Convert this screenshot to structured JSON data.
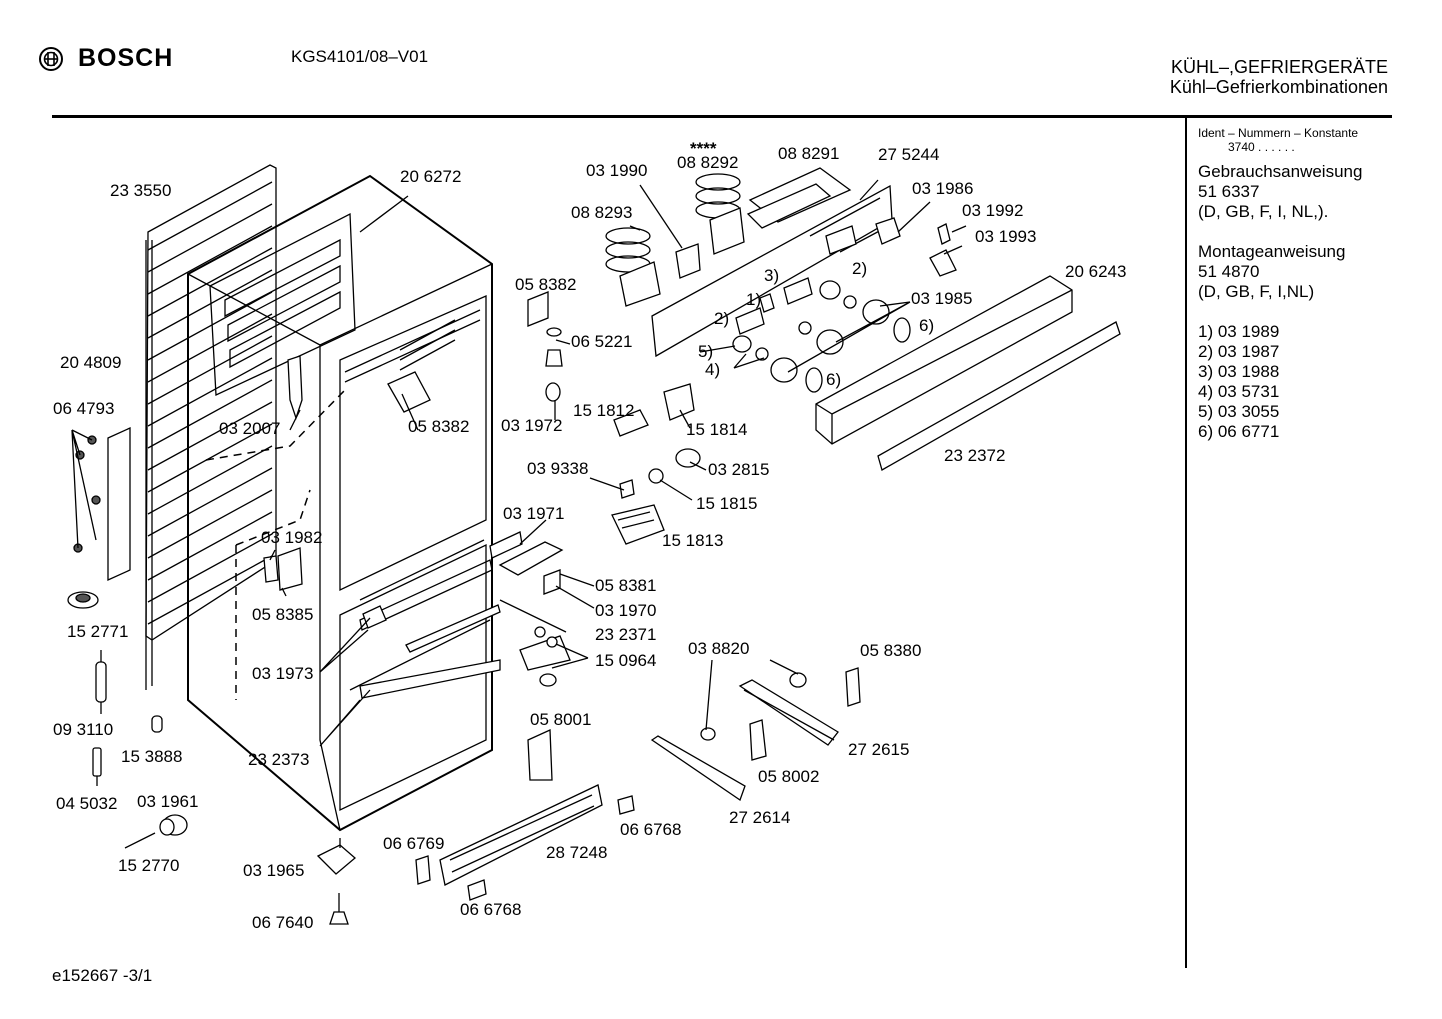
{
  "brand": {
    "name": "BOSCH",
    "logo_icon": "bosch-armature-icon"
  },
  "model": "KGS4101/08–V01",
  "category": {
    "line1": "KÜHL–,GEFRIERGERÄTE",
    "line2": "Kühl–Gefrierkombinationen"
  },
  "sidebar": {
    "ident_label": "Ident – Nummern – Konstante",
    "ident_value": "3740  .  .  .  .  .  .",
    "gebrauch_title": "Gebrauchsanweisung",
    "gebrauch_number": "51 6337",
    "gebrauch_langs": "(D, GB, F, I, NL,).",
    "montage_title": "Montageanweisung",
    "montage_number": "51 4870",
    "montage_langs": "(D, GB, F, I,NL)",
    "notes": [
      "1) 03 1989",
      "2) 03 1987",
      "3) 03 1988",
      "4) 03 5731",
      "5) 03 3055",
      "6) 06 6771"
    ]
  },
  "footer": {
    "ref": "e152667   -3/1"
  },
  "parts": [
    "23 3550",
    "20 6272",
    "20 4809",
    "06 4793",
    "15 2771",
    "09 3110",
    "15 3888",
    "04 5032",
    "03 1961",
    "15 2770",
    "03 2007",
    "03 1982",
    "05 8385",
    "03 1973",
    "23 2373",
    "03 1965",
    "06 7640",
    "05 8382",
    "05 8382",
    "06 5221",
    "03 1972",
    "03 1990",
    "08 8293",
    "08 8292",
    "****",
    "08 8291",
    "27 5244",
    "03 1986",
    "03 1992",
    "03 1993",
    "20 6243",
    "03 1985",
    "23 2372",
    "15 1812",
    "15 1814",
    "03 9338",
    "03 2815",
    "15 1815",
    "15 1813",
    "03 1971",
    "05 8381",
    "03 1970",
    "23 2371",
    "15 0964",
    "03 8820",
    "05 8380",
    "05 8001",
    "27 2615",
    "05 8002",
    "27 2614",
    "06 6768",
    "06 6769",
    "28 7248",
    "06 6768",
    "1)",
    "2)",
    "2)",
    "3)",
    "4)",
    "5)",
    "6)",
    "6)"
  ]
}
